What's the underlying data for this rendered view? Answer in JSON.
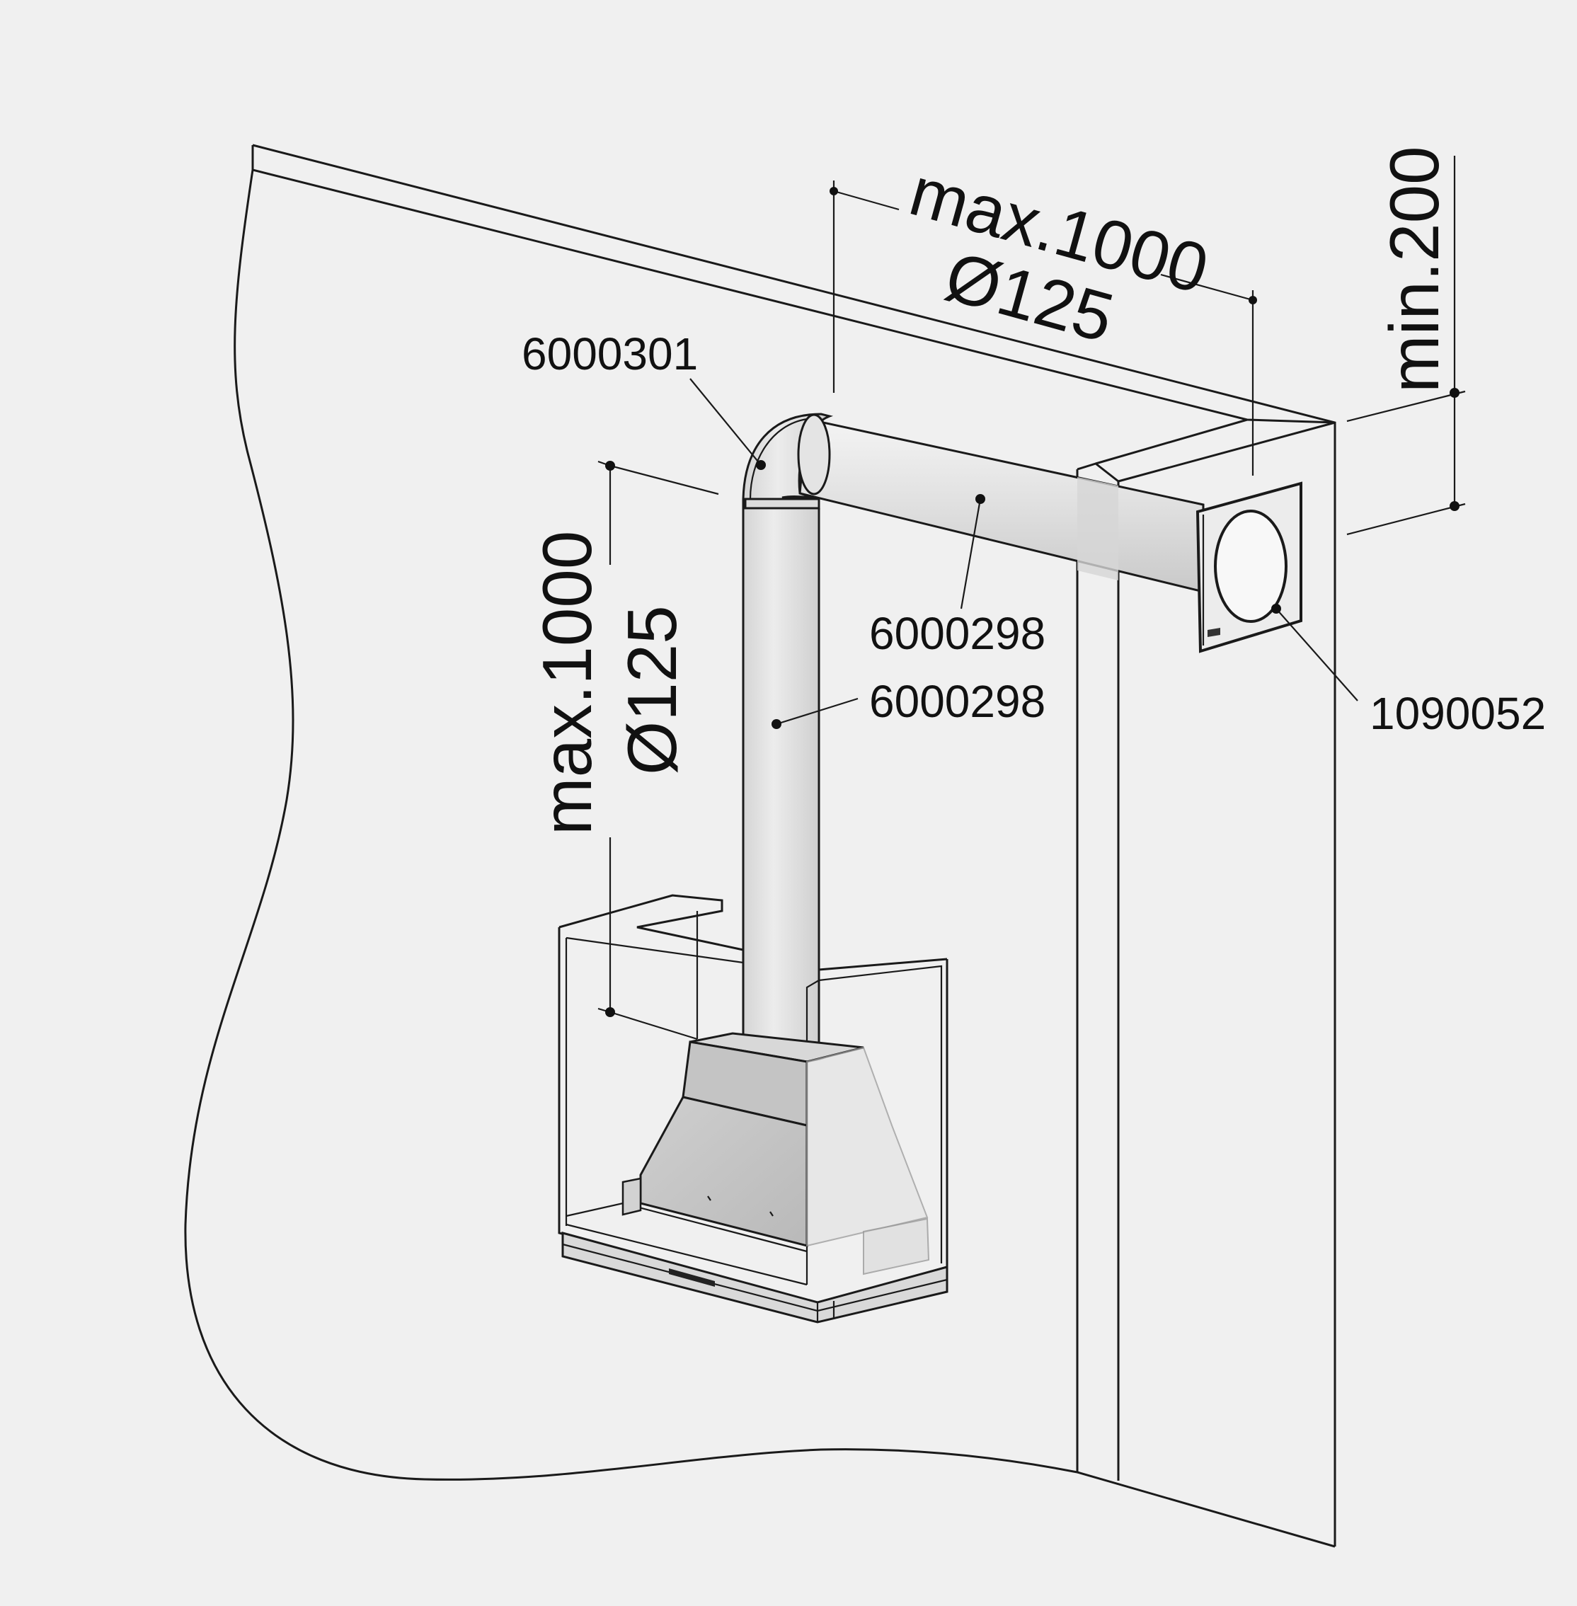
{
  "labels": {
    "elbow": "6000301",
    "pipe_horizontal": "6000298",
    "pipe_vertical": "6000298",
    "wall_grille": "1090052"
  },
  "dimensions": {
    "horizontal_length": "max.1000",
    "horizontal_diameter": "Ø125",
    "vertical_length": "max.1000",
    "vertical_diameter": "Ø125",
    "wall_offset": "min.200"
  },
  "colors": {
    "background": "#f0f0f0",
    "lines": "#1a1a1a",
    "pipe": "#dedede",
    "hood": "#c8c8c8"
  }
}
